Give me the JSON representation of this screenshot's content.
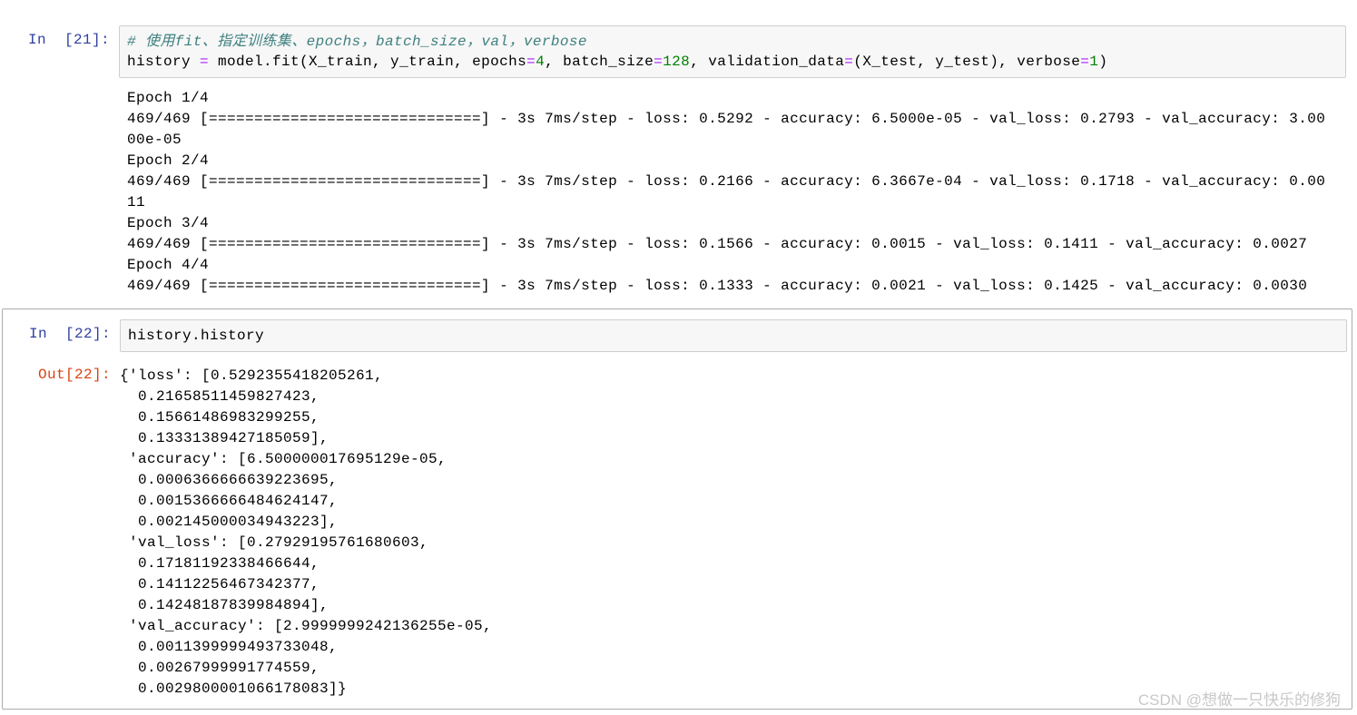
{
  "colors": {
    "prompt_in": "#303F9F",
    "prompt_out": "#D84315",
    "input_bg": "#f7f7f7",
    "input_border": "#cfcfcf",
    "selected_cell_border": "#ababab",
    "comment": "#408080",
    "operator": "#AA22FF",
    "number": "#008000",
    "watermark": "#c8c8c8"
  },
  "cells": [
    {
      "prompt_in": "In  [21]:",
      "code_lines": [
        [
          {
            "t": "# 使用fit、指定训练集、epochs，batch_size，val，verbose",
            "c": "comment"
          }
        ],
        [
          {
            "t": "history ",
            "c": "plain"
          },
          {
            "t": "=",
            "c": "op"
          },
          {
            "t": " model.fit(X_train, y_train, epochs",
            "c": "plain"
          },
          {
            "t": "=",
            "c": "op"
          },
          {
            "t": "4",
            "c": "num"
          },
          {
            "t": ", batch_size",
            "c": "plain"
          },
          {
            "t": "=",
            "c": "op"
          },
          {
            "t": "128",
            "c": "num"
          },
          {
            "t": ", validation_data",
            "c": "plain"
          },
          {
            "t": "=",
            "c": "op"
          },
          {
            "t": "(X_test, y_test), verbose",
            "c": "plain"
          },
          {
            "t": "=",
            "c": "op"
          },
          {
            "t": "1",
            "c": "num"
          },
          {
            "t": ")",
            "c": "plain"
          }
        ]
      ],
      "output_lines": [
        "Epoch 1/4",
        "469/469 [==============================] - 3s 7ms/step - loss: 0.5292 - accuracy: 6.5000e-05 - val_loss: 0.2793 - val_accuracy: 3.00",
        "00e-05",
        "Epoch 2/4",
        "469/469 [==============================] - 3s 7ms/step - loss: 0.2166 - accuracy: 6.3667e-04 - val_loss: 0.1718 - val_accuracy: 0.00",
        "11",
        "Epoch 3/4",
        "469/469 [==============================] - 3s 7ms/step - loss: 0.1566 - accuracy: 0.0015 - val_loss: 0.1411 - val_accuracy: 0.0027",
        "Epoch 4/4",
        "469/469 [==============================] - 3s 7ms/step - loss: 0.1333 - accuracy: 0.0021 - val_loss: 0.1425 - val_accuracy: 0.0030"
      ]
    },
    {
      "prompt_in": "In  [22]:",
      "prompt_out": "Out[22]:",
      "code_lines": [
        [
          {
            "t": "history.history",
            "c": "plain"
          }
        ]
      ],
      "output_lines": [
        "{'loss': [0.5292355418205261,",
        "  0.21658511459827423,",
        "  0.15661486983299255,",
        "  0.13331389427185059],",
        " 'accuracy': [6.500000017695129e-05,",
        "  0.0006366666639223695,",
        "  0.0015366666484624147,",
        "  0.002145000034943223],",
        " 'val_loss': [0.27929195761680603,",
        "  0.17181192338466644,",
        "  0.14112256467342377,",
        "  0.14248187839984894],",
        " 'val_accuracy': [2.9999999242136255e-05,",
        "  0.0011399999493733048,",
        "  0.00267999991774559,",
        "  0.0029800001066178083]}"
      ]
    }
  ],
  "watermark": "CSDN @想做一只快乐的修狗"
}
